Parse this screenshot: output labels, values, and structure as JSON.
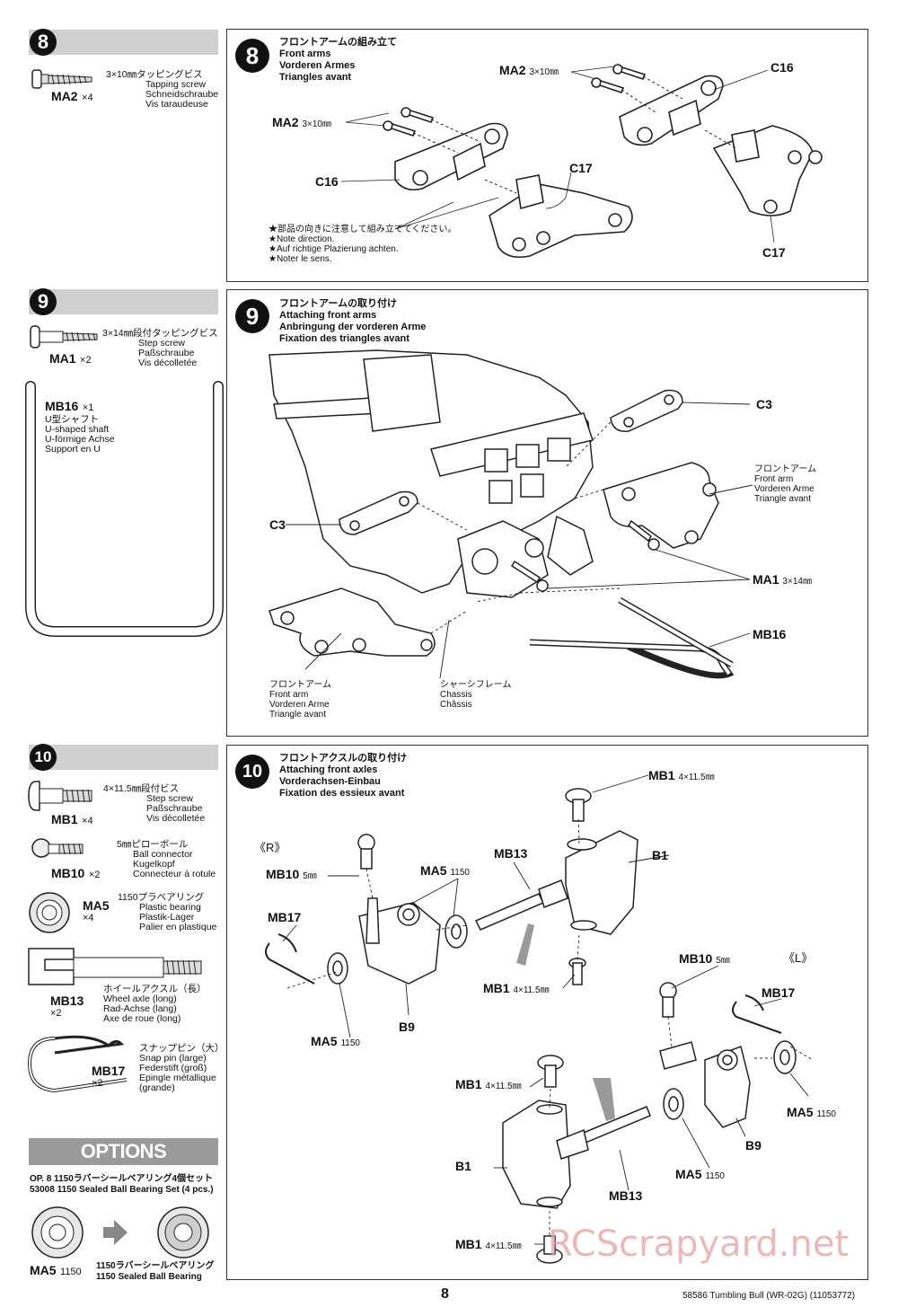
{
  "step8": {
    "num": "8",
    "side": {
      "desc_jp": "3×10㎜タッピングビス",
      "desc_en": "Tapping screw",
      "desc_de": "Schneidschraube",
      "desc_fr": "Vis taraudeuse",
      "part": "MA2",
      "qty": "×4"
    },
    "title_jp": "フロントアームの組み立て",
    "title_en": "Front arms",
    "title_de": "Vorderen Armes",
    "title_fr": "Triangles avant",
    "callouts": {
      "ma2_left": "MA2",
      "ma2_left_size": "3×10㎜",
      "ma2_right": "MA2",
      "ma2_right_size": "3×10㎜",
      "c16_left": "C16",
      "c16_right": "C16",
      "c17_left": "C17",
      "c17_right": "C17"
    },
    "notes": [
      "★部品の向きに注意して組み立ててください。",
      "★Note direction.",
      "★Auf richtige Plazierung achten.",
      "★Noter le sens."
    ]
  },
  "step9": {
    "num": "9",
    "side": {
      "desc_jp": "3×14㎜段付タッピングビス",
      "desc_en": "Step screw",
      "desc_de": "Paßschraube",
      "desc_fr": "Vis décolletée",
      "part": "MA1",
      "qty": "×2"
    },
    "shaft": {
      "part": "MB16",
      "qty": "×1",
      "jp": "U型シャフト",
      "en": "U-shaped shaft",
      "de": "U-förmige Achse",
      "fr": "Support en U"
    },
    "title_jp": "フロントアームの取り付け",
    "title_en": "Attaching front arms",
    "title_de": "Anbringung der vorderen Arme",
    "title_fr": "Fixation des triangles avant",
    "callouts": {
      "c3_top": "C3",
      "c3_left": "C3",
      "ma1": "MA1",
      "ma1_size": "3×14㎜",
      "mb16": "MB16"
    },
    "arm_right": [
      "フロントアーム",
      "Front arm",
      "Vorderen Arme",
      "Triangle avant"
    ],
    "arm_left": [
      "フロントアーム",
      "Front arm",
      "Vorderen Arme",
      "Triangle avant"
    ],
    "chassis": [
      "シャーシフレーム",
      "Chassis",
      "Châssis"
    ]
  },
  "step10": {
    "num": "10",
    "side": [
      {
        "desc_jp": "4×11.5㎜段付ビス",
        "desc_en": "Step screw",
        "desc_de": "Paßschraube",
        "desc_fr": "Vis décolletée",
        "part": "MB1",
        "qty": "×4"
      },
      {
        "desc_jp": "5㎜ピローボール",
        "desc_en": "Ball connector",
        "desc_de": "Kugelkopf",
        "desc_fr": "Connecteur à rotule",
        "part": "MB10",
        "qty": "×2"
      },
      {
        "desc_jp": "1150プラベアリング",
        "desc_en": "Plastic bearing",
        "desc_de": "Plastik-Lager",
        "desc_fr": "Palier en plastique",
        "part": "MA5",
        "qty": "×4"
      },
      {
        "desc_jp": "ホイールアクスル（長）",
        "desc_en": "Wheel axle (long)",
        "desc_de": "Rad-Achse (lang)",
        "desc_fr": "Axe de roue (long)",
        "part": "MB13",
        "qty": "×2"
      },
      {
        "desc_jp": "スナップピン（大）",
        "desc_en": "Snap pin (large)",
        "desc_de": "Federstift (groß)",
        "desc_fr": "Epingle métallique (grande)",
        "part": "MB17",
        "qty": "×2"
      }
    ],
    "title_jp": "フロントアクスルの取り付け",
    "title_en": "Attaching front axles",
    "title_de": "Vorderachsen-Einbau",
    "title_fr": "Fixation des essieux avant",
    "side_r": "《R》",
    "side_l": "《L》",
    "callouts": {
      "mb1_top": "MB1",
      "mb1_top_size": "4×11.5㎜",
      "mb10_r": "MB10",
      "mb10_r_size": "5㎜",
      "ma5_r_top": "MA5",
      "ma5_r_top_size": "1150",
      "mb13_r": "MB13",
      "b1_r": "B1",
      "mb17_r": "MB17",
      "mb1_mid": "MB1",
      "mb1_mid_size": "4×11.5㎜",
      "ma5_r_bot": "MA5",
      "ma5_r_bot_size": "1150",
      "b9_r": "B9",
      "mb10_l": "MB10",
      "mb10_l_size": "5㎜",
      "mb17_l": "MB17",
      "mb1_l": "MB1",
      "mb1_l_size": "4×11.5㎜",
      "ma5_l_right": "MA5",
      "ma5_l_right_size": "1150",
      "b9_l": "B9",
      "b1_l": "B1",
      "ma5_l_mid": "MA5",
      "ma5_l_mid_size": "1150",
      "mb13_l": "MB13",
      "mb1_bot": "MB1",
      "mb1_bot_size": "4×11.5㎜"
    }
  },
  "options": {
    "title": "OPTIONS",
    "line1": "OP. 8 1150ラバーシールベアリング4個セット",
    "line2": "53008 1150 Sealed Ball Bearing Set (4 pcs.)",
    "from_part": "MA5",
    "from_size": "1150",
    "to_jp": "1150ラバーシールベアリング",
    "to_en": "1150 Sealed Ball Bearing"
  },
  "page_number": "8",
  "footer": "58586 Tumbling Bull (WR-02G) (11053772)",
  "watermark": "RCScrapyard.net"
}
